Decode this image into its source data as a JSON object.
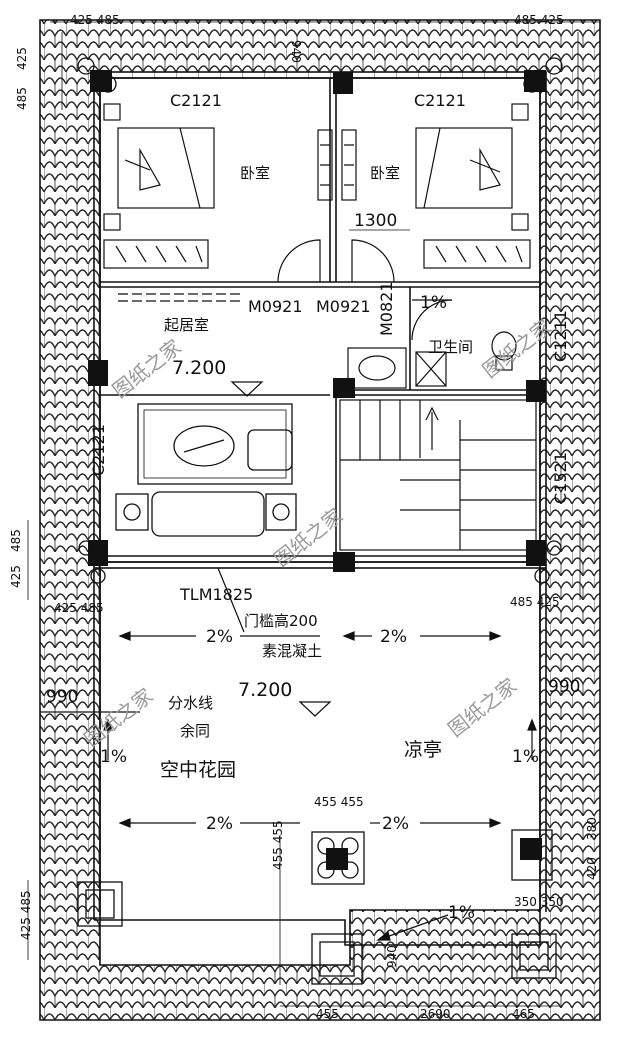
{
  "colors": {
    "line": "#111111",
    "roof": "#2a2a2a",
    "watermark": "#9a9a9a",
    "background": "#ffffff"
  },
  "window_codes": {
    "left_bedroom": "C2121",
    "right_bedroom": "C2121",
    "bath_window": "C1211",
    "stair_window": "C1521",
    "living_window": "C2121"
  },
  "door_codes": {
    "left": "M0921",
    "right": "M0921",
    "bath": "M0821",
    "terrace": "TLM1825"
  },
  "rooms": {
    "bedroom_left": "卧室",
    "bedroom_right": "卧室",
    "living": "起居室",
    "bath": "卫生间",
    "garden": "空中花园",
    "pavilion": "凉亭"
  },
  "levels": {
    "upper": "7.200",
    "lower": "7.200"
  },
  "slopes": {
    "bath": "1%",
    "terrace_left_top": "2%",
    "terrace_right_top": "2%",
    "terrace_left_bottom": "2%",
    "terrace_right_bottom": "2%",
    "left_side": "1%",
    "right_side": "1%",
    "bottom": "1%"
  },
  "notes": {
    "threshold": "门槛高200",
    "concrete": "素混凝土",
    "divide": "分水线",
    "same": "余同"
  },
  "dimensions": {
    "top_left": "425 485",
    "top_right": "485 425",
    "top_mid": "940",
    "corridor": "1300",
    "left_485": "485",
    "left_425": "425",
    "left_side_485": "485",
    "left_side_425": "425",
    "mid_left": "425 485",
    "mid_right": "485 425",
    "left_990": "990",
    "right_990": "990",
    "pillar": "455 455",
    "pillar_v": "455 455",
    "right_stack": "350 350",
    "bottom_left": "455",
    "bottom_2690": "2690",
    "bottom_465": "465",
    "bottom_940": "940",
    "left_bottom": "425 485",
    "right_380": "380",
    "right_420": "420"
  },
  "watermark": "图纸之家",
  "icons": [
    "bed-icon",
    "wardrobe-icon",
    "sofa-icon",
    "coffee-table-icon",
    "armchair-icon",
    "lamp-icon",
    "stairs-icon",
    "toilet-icon",
    "sink-icon",
    "shower-icon",
    "column-icon",
    "roof-tile-icon"
  ]
}
